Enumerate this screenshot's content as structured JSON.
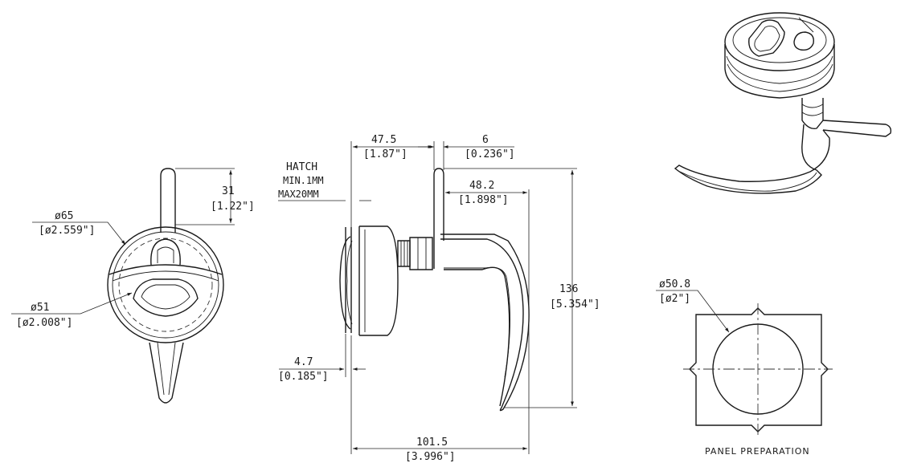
{
  "front_view": {
    "handle_height": {
      "metric": "31",
      "imperial": "[1.22\"]"
    },
    "outer_diameter": {
      "metric": "ø65",
      "imperial": "[ø2.559\"]"
    },
    "inner_diameter": {
      "metric": "ø51",
      "imperial": "[ø2.008\"]"
    }
  },
  "side_view": {
    "hatch": {
      "line1": "HATCH",
      "line2": "MIN.1MM",
      "line3": "MAX20MM"
    },
    "depth_total": {
      "metric": "47.5",
      "imperial": "[1.87\"]"
    },
    "handle_thickness": {
      "metric": "6",
      "imperial": "[0.236\"]"
    },
    "handle_reach": {
      "metric": "48.2",
      "imperial": "[1.898\"]"
    },
    "height": {
      "metric": "136",
      "imperial": "[5.354\"]"
    },
    "flange": {
      "metric": "4.7",
      "imperial": "[0.185\"]"
    },
    "length": {
      "metric": "101.5",
      "imperial": "[3.996\"]"
    }
  },
  "panel": {
    "cutout_diameter": {
      "metric": "ø50.8",
      "imperial": "[ø2\"]"
    },
    "caption": "PANEL  PREPARATION"
  }
}
